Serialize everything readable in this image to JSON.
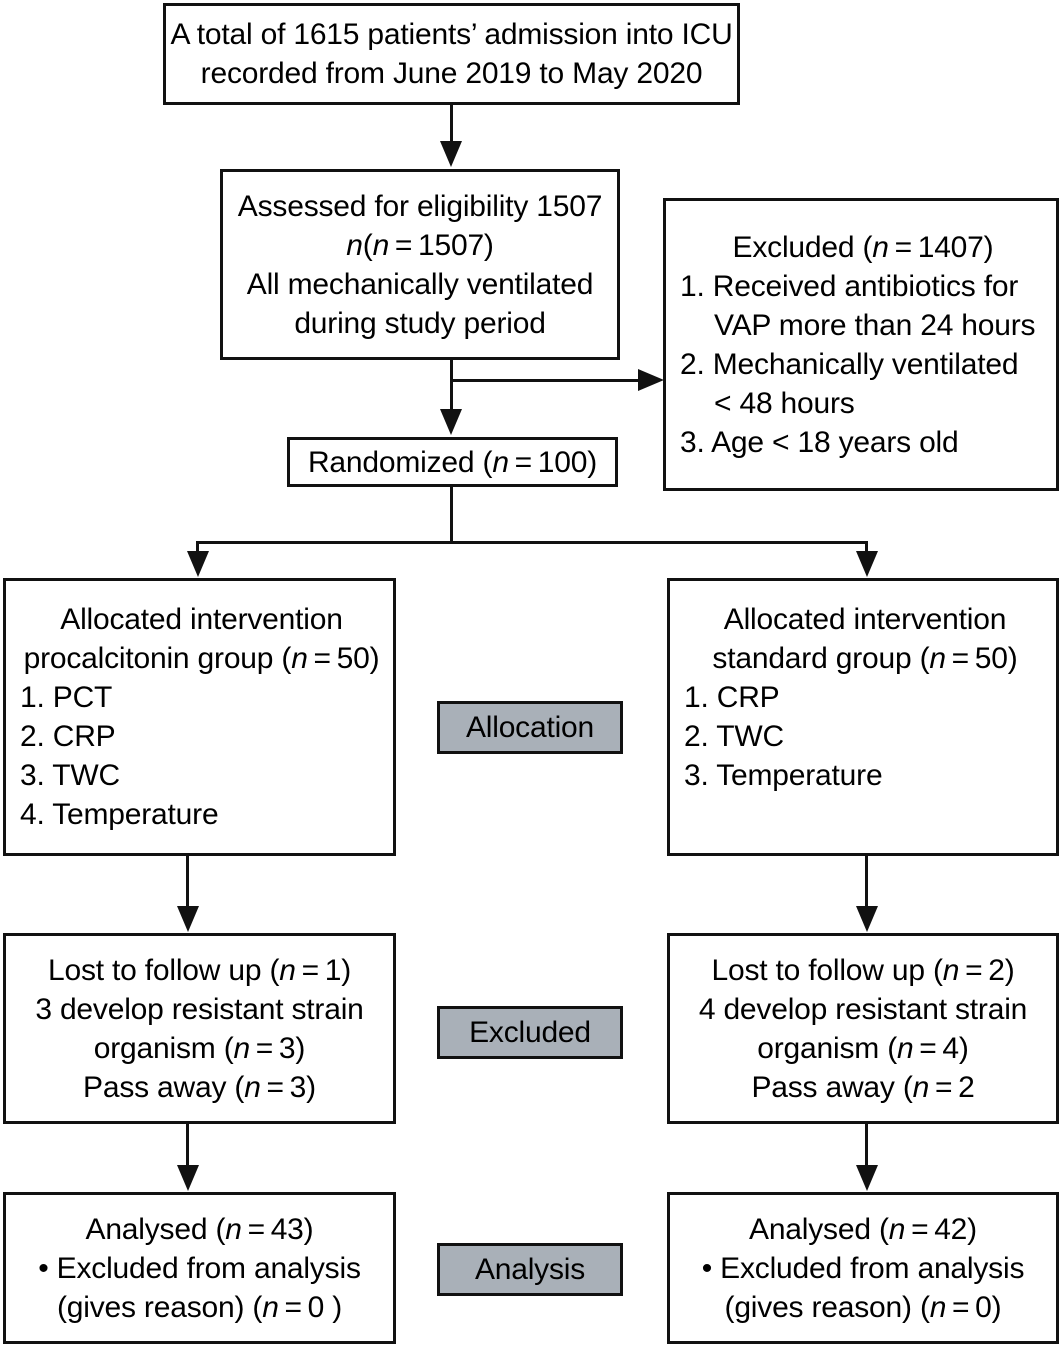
{
  "diagram": {
    "title": "CONSORT patient flow diagram",
    "accent_gray": "#a9b0b8",
    "line_color": "#111111"
  },
  "boxes": {
    "enrollment": {
      "line1": "A total of 1615 patients’ admission into ICU",
      "line2": "recorded from June 2019 to May 2020"
    },
    "eligibility": {
      "line1": "Assessed for eligibility 1507",
      "line2": "(n = 1507)",
      "line3": "All mechanically ventilated",
      "line4": "during study period"
    },
    "excluded_top": {
      "header": "Excluded (n = 1407)",
      "item1": "1. Received antibiotics for",
      "item1b": "VAP more than 24 hours",
      "item2": "2. Mechanically ventilated",
      "item2b": "< 48 hours",
      "item3": "3. Age < 18 years old"
    },
    "randomized": {
      "line1": "Randomized (n = 100)"
    },
    "alloc_left": {
      "line1": "Allocated intervention",
      "line2": "procalcitonin group (n = 50)",
      "item1": "1. PCT",
      "item2": "2. CRP",
      "item3": "3. TWC",
      "item4": "4. Temperature"
    },
    "alloc_right": {
      "line1": "Allocated intervention",
      "line2": "standard group (n = 50)",
      "item1": "1. CRP",
      "item2": "2. TWC",
      "item3": "3. Temperature"
    },
    "excluded_left": {
      "line1": "Lost to follow up (n = 1)",
      "line2": "3 develop resistant strain",
      "line3": "organism (n = 3)",
      "line4": "Pass away (n = 3)"
    },
    "excluded_right": {
      "line1": "Lost to follow up (n = 2)",
      "line2": "4 develop resistant strain",
      "line3": "organism (n = 4)",
      "line4": "Pass away (n = 2"
    },
    "analysis_left": {
      "line1": "Analysed (n = 43)",
      "line2": "• Excluded from analysis",
      "line3": "(gives reason) (n = 0 )"
    },
    "analysis_right": {
      "line1": "Analysed (n = 42)",
      "line2": "• Excluded from analysis",
      "line3": "(gives reason) (n = 0)"
    }
  },
  "stage_labels": {
    "allocation": "Allocation",
    "excluded": "Excluded",
    "analysis": "Analysis"
  }
}
